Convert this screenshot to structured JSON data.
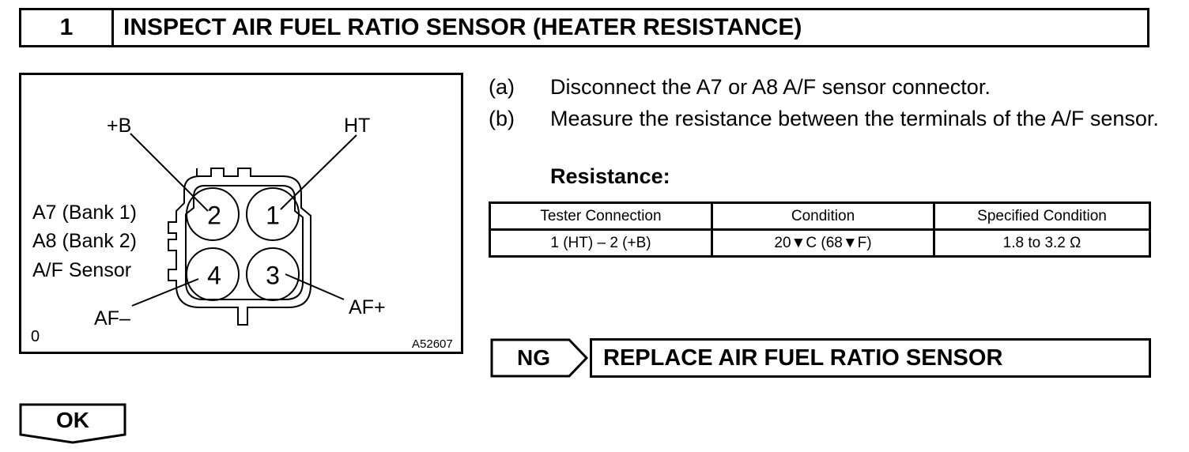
{
  "header": {
    "step_number": "1",
    "title": "INSPECT AIR FUEL RATIO SENSOR (HEATER RESISTANCE)"
  },
  "figure": {
    "labels": {
      "plus_b": "+B",
      "ht": "HT",
      "af_minus": "AF–",
      "af_plus": "AF+",
      "bank1": "A7 (Bank 1)",
      "bank2": "A8 (Bank 2)",
      "sensor": "A/F Sensor",
      "corner": "0",
      "code": "A52607"
    },
    "pins": [
      "2",
      "1",
      "4",
      "3"
    ]
  },
  "instructions": [
    {
      "letter": "(a)",
      "text": "Disconnect the A7 or A8 A/F sensor connector."
    },
    {
      "letter": "(b)",
      "text": "Measure the resistance between the terminals of the A/F sensor."
    }
  ],
  "resistance_label": "Resistance:",
  "table": {
    "headers": [
      "Tester Connection",
      "Condition",
      "Specified Condition"
    ],
    "rows": [
      [
        "1 (HT) – 2 (+B)",
        "20▼C (68▼F)",
        "1.8 to 3.2 Ω"
      ]
    ]
  },
  "ng": {
    "label": "NG",
    "action": "REPLACE AIR FUEL RATIO SENSOR"
  },
  "ok": {
    "label": "OK"
  }
}
